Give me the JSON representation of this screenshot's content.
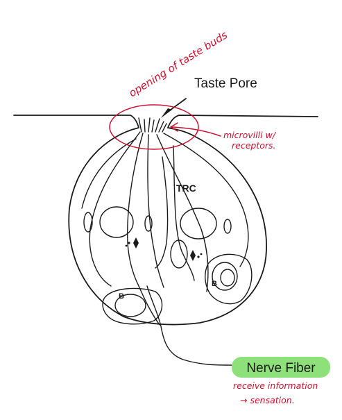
{
  "labels": {
    "taste_pore": "Taste Pore",
    "trc": "TRC",
    "basal_left": "B",
    "basal_right": "B",
    "nerve_fiber": "Nerve Fiber"
  },
  "annotations": {
    "opening": "opening of taste buds",
    "microvilli_line1": "microvilli w/",
    "microvilli_line2": "receptors.",
    "receive_line1": "receive information",
    "receive_line2": "→ sensation."
  },
  "colors": {
    "ink": "#1a1a1a",
    "annotation_red": "#c8102e",
    "nerve_label_bg": "#8ee07a"
  }
}
